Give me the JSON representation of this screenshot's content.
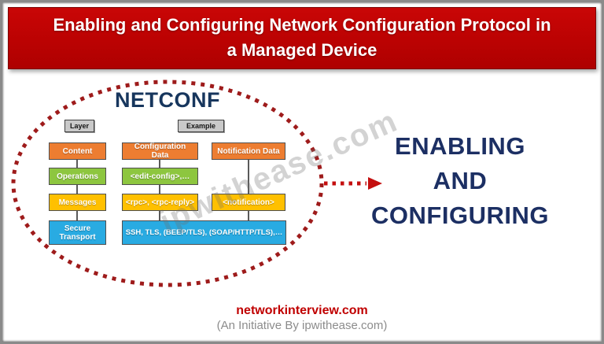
{
  "header": {
    "title_line1": "Enabling and Configuring Network Configuration Protocol in",
    "title_line2": "a Managed Device"
  },
  "diagram": {
    "title": "NETCONF",
    "labels": {
      "layer": "Layer",
      "example": "Example"
    },
    "rows": [
      {
        "name": "content",
        "color": "#ED7D31",
        "cells": [
          "Content",
          "Configuration Data",
          "Notification Data"
        ]
      },
      {
        "name": "operations",
        "color": "#8DC63F",
        "cells": [
          "Operations",
          "<edit-config>,…"
        ]
      },
      {
        "name": "messages",
        "color": "#FFC000",
        "cells": [
          "Messages",
          "<rpc>, <rpc-reply>",
          "<notification>"
        ]
      },
      {
        "name": "secure-transport",
        "color": "#29ABE2",
        "cells": [
          "Secure Transport",
          "SSH, TLS, (BEEP/TLS), (SOAP/HTTP/TLS),…"
        ]
      }
    ]
  },
  "hero": {
    "lines": [
      "ENABLING",
      "AND",
      "CONFIGURING"
    ],
    "color": "#1C2F63"
  },
  "watermark": "ipwithease.com",
  "footer": {
    "site": "networkinterview.com",
    "tagline": "(An Initiative By ipwithease.com)"
  },
  "colors": {
    "banner_red": "#C00000",
    "ellipse_red": "#9E1B1B",
    "arrow_red": "#C40F0F",
    "navy": "#17365D"
  }
}
